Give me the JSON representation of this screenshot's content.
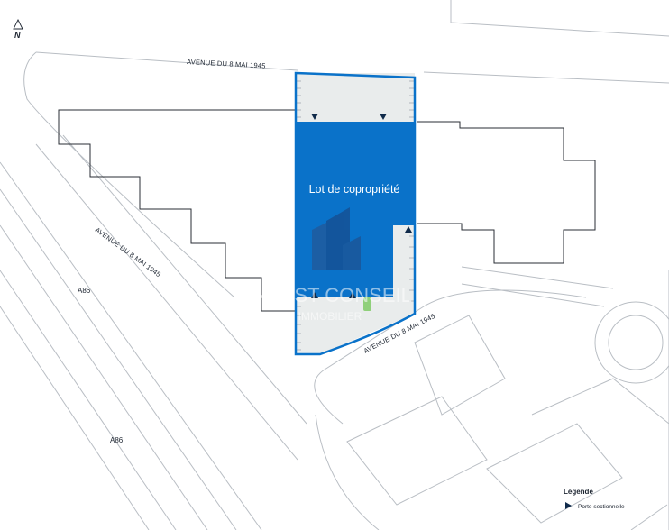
{
  "map": {
    "north_label": "N",
    "roads": {
      "avenue_top": "AVENUE DU 8 MAI 1945",
      "avenue_left": "AVENUE DU 8 MAI 1945",
      "avenue_bottom": "AVENUE DU 8 MAI 1945",
      "highway_upper": "A86",
      "highway_lower": "A86"
    },
    "lot": {
      "label": "Lot de copropriété",
      "fill_color": "#0a72c9",
      "outline_color": "#0a72c9",
      "courtyard_color": "#e9ecec"
    },
    "watermark": {
      "line1": "INVEST CONSEIL",
      "line2": "IMMOBILIER"
    },
    "legend": {
      "title": "Légende",
      "items": [
        {
          "symbol": "navy-triangle-icon",
          "label": "Porte sectionnelle"
        }
      ]
    },
    "colors": {
      "outline": "#2a2e34",
      "light_outline": "#b9bec4",
      "marker": "#0f2a4a",
      "green_marker": "#8fd07a"
    }
  }
}
